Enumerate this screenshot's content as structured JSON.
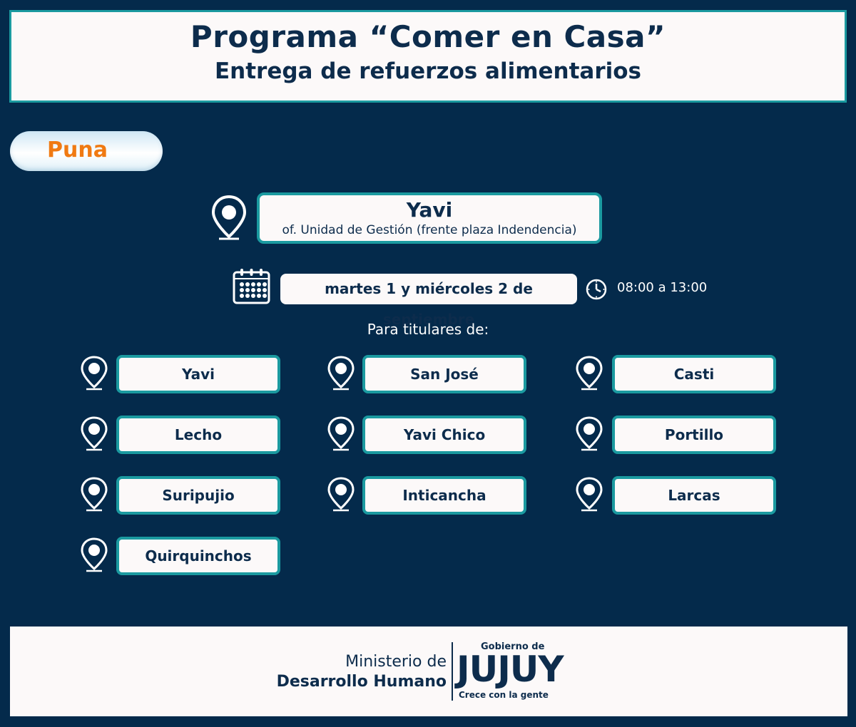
{
  "header": {
    "title": "Programa “Comer en Casa”",
    "subtitle": "Entrega de refuerzos alimentarios"
  },
  "region": {
    "label": "Puna"
  },
  "main_location": {
    "name": "Yavi",
    "address": "of. Unidad de Gestión (frente plaza Indendencia)"
  },
  "schedule": {
    "date": "martes 1 y miércoles 2 de septiembre",
    "time": "08:00 a 13:00"
  },
  "beneficiaries_label": "Para titulares de:",
  "localities": [
    "Yavi",
    "San José",
    "Casti",
    "Lecho",
    "Yavi Chico",
    "Portillo",
    "Suripujio",
    "Inticancha",
    "Larcas",
    "Quirquinchos"
  ],
  "footer": {
    "ministry_line1": "Ministerio de",
    "ministry_line2": "Desarrollo Humano",
    "gov_top": "Gobierno de",
    "gov_name": "JUJUY",
    "gov_slogan": "Crece con la gente"
  },
  "colors": {
    "background": "#042a4b",
    "accent_teal": "#1b9aa0",
    "region_orange": "#f07a12",
    "text_navy": "#0d2c4c"
  }
}
